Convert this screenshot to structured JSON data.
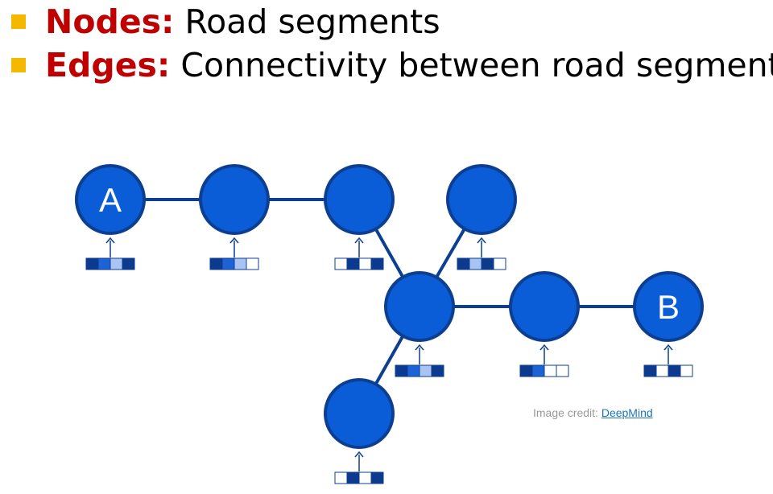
{
  "bullets": [
    {
      "term": "Nodes:",
      "text": "Road segments"
    },
    {
      "term": "Edges:",
      "text": "Connectivity between road segments"
    }
  ],
  "graph": {
    "nodes": [
      {
        "id": "A",
        "label": "A",
        "features": [
          3,
          2,
          1,
          3
        ]
      },
      {
        "id": "n2",
        "label": "",
        "features": [
          3,
          2,
          1,
          0
        ]
      },
      {
        "id": "n3",
        "label": "",
        "features": [
          0,
          3,
          0,
          3
        ]
      },
      {
        "id": "n4",
        "label": "",
        "features": [
          3,
          1,
          3,
          0
        ]
      },
      {
        "id": "hub",
        "label": "",
        "features": [
          3,
          2,
          1,
          3
        ]
      },
      {
        "id": "n6",
        "label": "",
        "features": [
          3,
          2,
          0,
          0
        ]
      },
      {
        "id": "B",
        "label": "B",
        "features": [
          3,
          0,
          3,
          0
        ]
      },
      {
        "id": "n8",
        "label": "",
        "features": [
          0,
          3,
          0,
          3
        ]
      }
    ],
    "edges": [
      [
        "A",
        "n2"
      ],
      [
        "n2",
        "n3"
      ],
      [
        "n3",
        "hub"
      ],
      [
        "n4",
        "hub"
      ],
      [
        "hub",
        "n6"
      ],
      [
        "n6",
        "B"
      ],
      [
        "hub",
        "n8"
      ]
    ],
    "colors": {
      "node_fill": "#0A5DD6",
      "node_stroke": "#0C3E92",
      "edge": "#0C3E92",
      "label": "#ffffff",
      "arrow": "#0C3E92",
      "feature_shades": [
        "#ffffff",
        "#A9C4F2",
        "#1E63D6",
        "#0B3A8F"
      ]
    }
  },
  "credit": {
    "prefix": "Image credit: ",
    "link": "DeepMind"
  }
}
